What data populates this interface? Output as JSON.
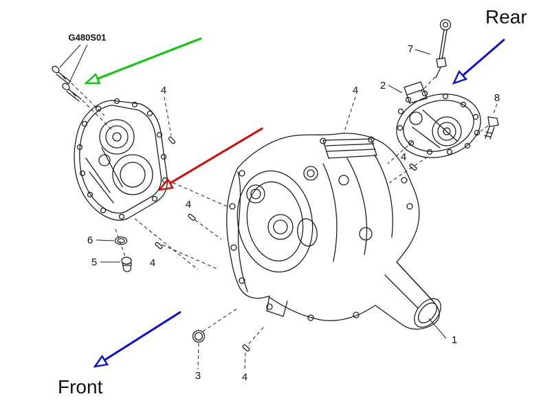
{
  "diagram": {
    "part_code": "G480S01",
    "orientation": {
      "rear": "Rear",
      "front": "Front"
    },
    "colors": {
      "blue": "#0a0af0",
      "green": "#00cc00",
      "red": "#e60000",
      "ink": "#1c1c1c"
    },
    "arrows": [
      {
        "name": "rear-direction-arrow",
        "color_ref": "blue"
      },
      {
        "name": "front-direction-arrow",
        "color_ref": "blue"
      },
      {
        "name": "front-cover-pointer-arrow",
        "color_ref": "green"
      },
      {
        "name": "main-case-pointer-arrow",
        "color_ref": "red"
      }
    ],
    "callouts": [
      {
        "label": "1"
      },
      {
        "label": "2"
      },
      {
        "label": "3"
      },
      {
        "label": "4"
      },
      {
        "label": "4"
      },
      {
        "label": "4"
      },
      {
        "label": "4"
      },
      {
        "label": "4"
      },
      {
        "label": "4"
      },
      {
        "label": "5"
      },
      {
        "label": "6"
      },
      {
        "label": "7"
      },
      {
        "label": "8"
      }
    ]
  }
}
